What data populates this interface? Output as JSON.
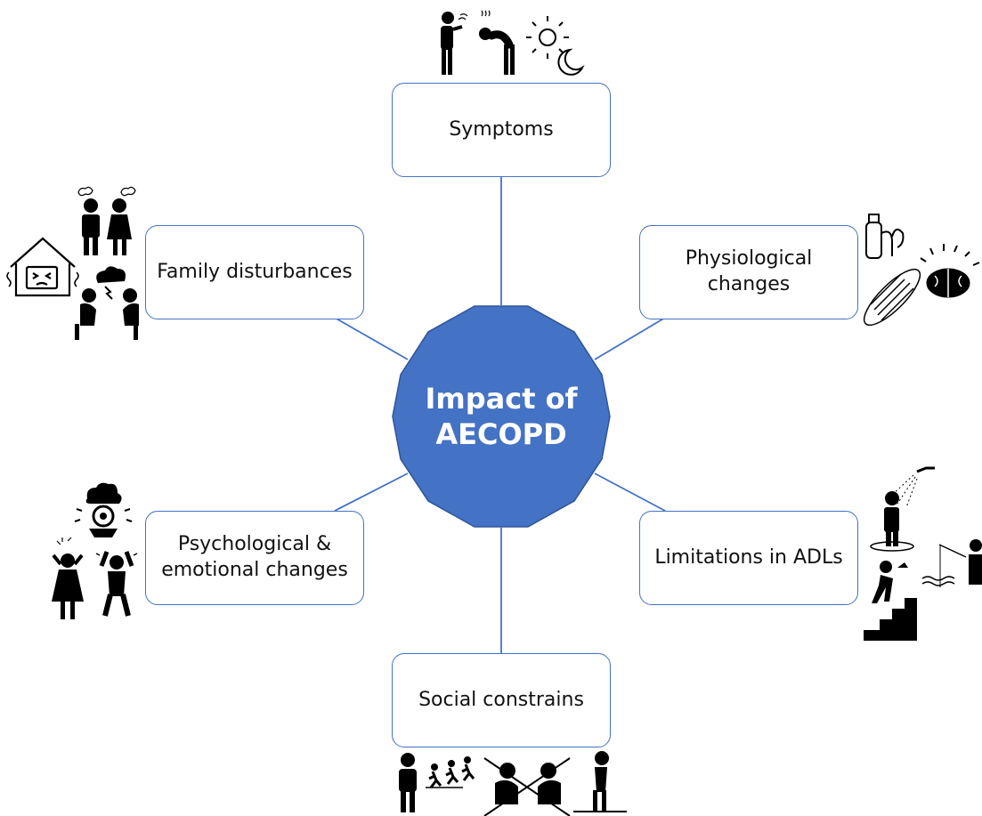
{
  "diagram": {
    "center": {
      "line1": "Impact of",
      "line2": "AECOPD"
    },
    "nodes": {
      "symptoms": {
        "line1": "Symptoms"
      },
      "physiological": {
        "line1": "Physiological",
        "line2": "changes"
      },
      "adls": {
        "line1": "Limitations in ADLs"
      },
      "social": {
        "line1": "Social constrains"
      },
      "psychological": {
        "line1": "Psychological &",
        "line2": "emotional changes"
      },
      "family": {
        "line1": "Family disturbances"
      }
    },
    "icons": {
      "symptoms": [
        "coughing-person-icon",
        "dizzy-bent-person-icon",
        "sun-moon-icon"
      ],
      "physiological": [
        "oxygen-tank-icon",
        "muscle-icon",
        "brain-icon"
      ],
      "adls": [
        "shower-person-icon",
        "fishing-person-icon",
        "stair-climbing-person-icon"
      ],
      "social": [
        "watching-person-icon",
        "running-group-icon",
        "crossed-out-gathering-icon",
        "standing-alone-icon"
      ],
      "psychological": [
        "cloud-head-icon",
        "angry-girl-icon",
        "stressed-person-icon"
      ],
      "family": [
        "arguing-couple-icon",
        "upset-house-icon",
        "quarrel-seated-icon"
      ]
    },
    "colors": {
      "accent": "#4472c4",
      "center_fill": "#4472c4",
      "center_border": "#2f5597",
      "icon": "#000000"
    }
  }
}
